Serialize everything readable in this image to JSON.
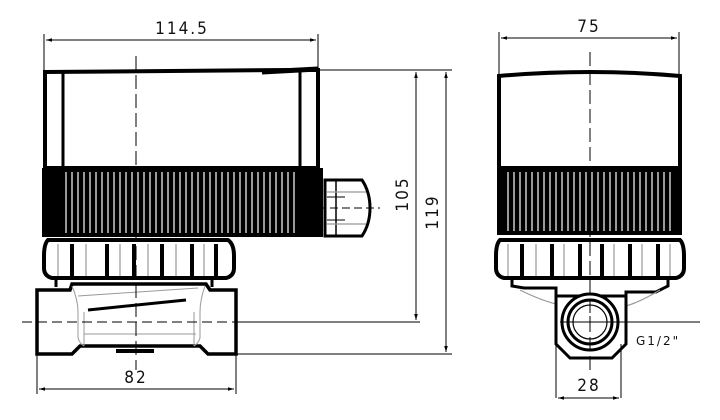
{
  "drawing": {
    "type": "technical-dimension-drawing",
    "subject": "motorized ball valve actuator",
    "units": "mm",
    "colors": {
      "line": "#000000",
      "thin": "#222222",
      "hatch": "#9a9a9a",
      "background": "#ffffff"
    }
  },
  "front_view": {
    "dimensions": {
      "overall_width": "114.5",
      "body_height": "105",
      "overall_height": "119",
      "pipe_body_length": "82"
    }
  },
  "side_view": {
    "dimensions": {
      "overall_depth": "75",
      "pipe_width": "28"
    },
    "thread_label": "G1/2\""
  }
}
